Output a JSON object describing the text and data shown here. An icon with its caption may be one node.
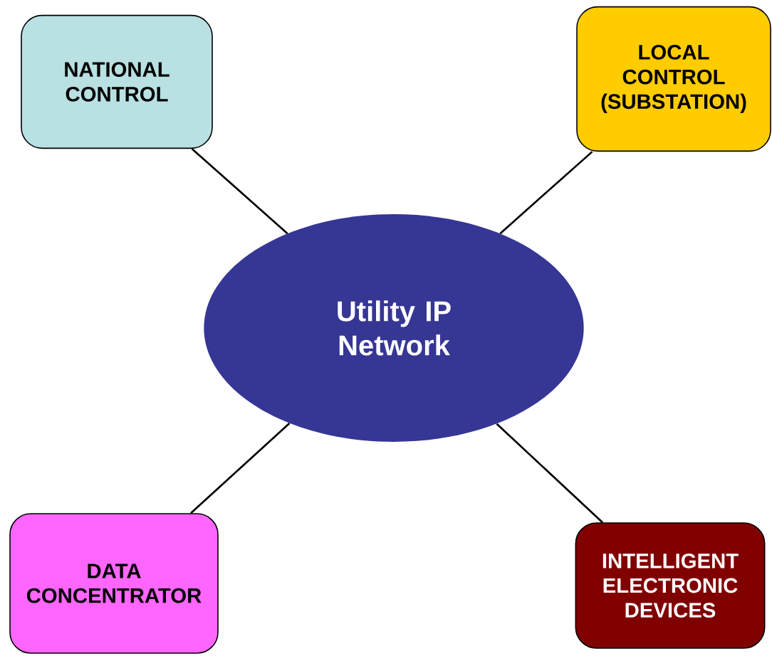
{
  "diagram": {
    "nodes": [
      {
        "text": [
          "NATIONAL CONTROL"
        ]
      },
      {
        "text": [
          "LOCAL CONTROL (SUBSTATION)"
        ]
      },
      {
        "text": [
          "Utility IP Network"
        ]
      },
      {
        "text": [
          "DATA CONCENTRATOR"
        ]
      },
      {
        "text": [
          "INTELLIGENT ELECTRONIC DEVICES"
        ]
      }
    ],
    "edges": [
      {
        "from": 2,
        "to": 0,
        "arrow": "none"
      },
      {
        "from": 2,
        "to": 1,
        "arrow": "none"
      },
      {
        "from": 2,
        "to": 3,
        "arrow": "none"
      },
      {
        "from": 2,
        "to": 4,
        "arrow": "none"
      }
    ]
  }
}
